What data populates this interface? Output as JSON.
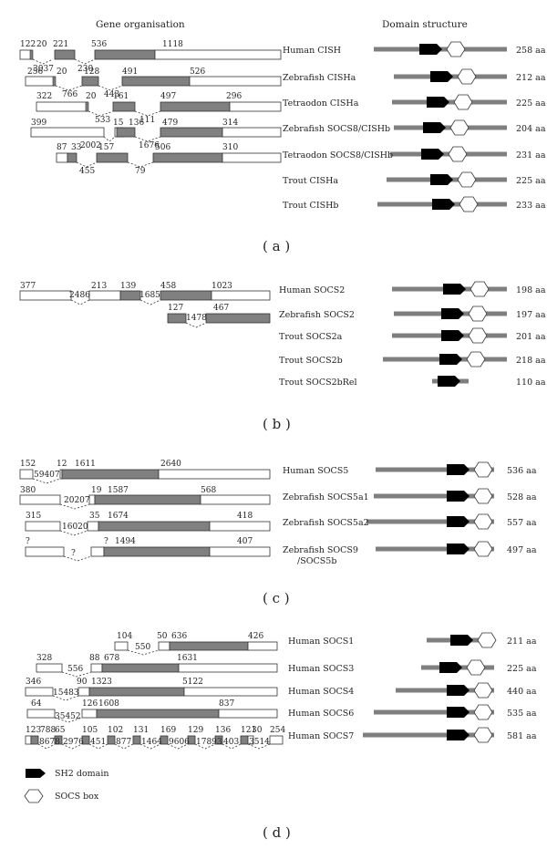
{
  "headers": {
    "gene": "Gene organisation",
    "domain": "Domain structure"
  },
  "legend": {
    "sh2": "SH2 domain",
    "socs": "SOCS box"
  },
  "colors": {
    "exon_coding": "#808080",
    "exon_utr": "#ffffff",
    "bar": "#7f7f7f",
    "sh2": "#000000",
    "stroke": "#333333"
  },
  "panels": [
    {
      "label": "( a )",
      "rows": [
        {
          "name": "Human CISH",
          "aa": "258 aa"
        },
        {
          "name": "Zebrafish CISHa",
          "aa": "212 aa"
        },
        {
          "name": "Tetraodon CISHa",
          "aa": "225 aa"
        },
        {
          "name": "Zebrafish SOCS8/CISHb",
          "aa": "204 aa"
        },
        {
          "name": "Tetraodon SOCS8/CISHb",
          "aa": "231 aa"
        },
        {
          "name": "Trout CISHa",
          "aa": "225 aa"
        },
        {
          "name": "Trout CISHb",
          "aa": "233 aa"
        }
      ]
    },
    {
      "label": "( b )",
      "rows": [
        {
          "name": "Human SOCS2",
          "aa": "198 aa"
        },
        {
          "name": "Zebrafish SOCS2",
          "aa": "197 aa"
        },
        {
          "name": "Trout SOCS2a",
          "aa": "201 aa"
        },
        {
          "name": "Trout SOCS2b",
          "aa": "218 aa"
        },
        {
          "name": "Trout SOCS2bRel",
          "aa": "110 aa"
        }
      ]
    },
    {
      "label": "( c )",
      "rows": [
        {
          "name": "Human SOCS5",
          "aa": "536 aa"
        },
        {
          "name": "Zebrafish SOCS5a1",
          "aa": "528 aa"
        },
        {
          "name": "Zebrafish SOCS5a2",
          "aa": "557 aa"
        },
        {
          "name": "Zebrafish SOCS9",
          "name2": "/SOCS5b",
          "aa": "497 aa"
        }
      ]
    },
    {
      "label": "( d )",
      "rows": [
        {
          "name": "Human SOCS1",
          "aa": "211 aa"
        },
        {
          "name": "Human SOCS3",
          "aa": "225 aa"
        },
        {
          "name": "Human SOCS4",
          "aa": "440 aa"
        },
        {
          "name": "Human SOCS6",
          "aa": "535 aa"
        },
        {
          "name": "Human SOCS7",
          "aa": "581 aa"
        }
      ]
    }
  ],
  "gene_numbers": {
    "human_cish": [
      "122",
      "20",
      "3037",
      "221",
      "230",
      "536",
      "1118"
    ],
    "zf_cisha": [
      "256",
      "20",
      "766",
      "128",
      "443",
      "491",
      "526"
    ],
    "tet_cisha": [
      "322",
      "20",
      "533",
      "161",
      "111",
      "497",
      "296"
    ],
    "zf_socs8": [
      "399",
      "2002",
      "15",
      "136",
      "1676",
      "479",
      "314"
    ],
    "tet_socs8": [
      "87",
      "33",
      "455",
      "157",
      "79",
      "506",
      "310"
    ],
    "human_socs2": [
      "377",
      "2486",
      "213",
      "139",
      "1685",
      "458",
      "1023"
    ],
    "zf_socs2": [
      "127",
      "1478",
      "467"
    ],
    "human_socs5": [
      "152",
      "59407",
      "12",
      "1611",
      "2640"
    ],
    "zf_socs5a1": [
      "380",
      "20207",
      "19",
      "1587",
      "568"
    ],
    "zf_socs5a2": [
      "315",
      "16020",
      "35",
      "1674",
      "418"
    ],
    "zf_socs9": [
      "?",
      "?",
      "?",
      "1494",
      "407"
    ],
    "human_socs1": [
      "104",
      "550",
      "50",
      "636",
      "426"
    ],
    "human_socs3": [
      "328",
      "556",
      "88",
      "678",
      "1631"
    ],
    "human_socs4": [
      "346",
      "15483",
      "90",
      "1323",
      "5122"
    ],
    "human_socs6": [
      "64",
      "35452",
      "126",
      "1608",
      "837"
    ],
    "human_socs7": [
      "123",
      "788",
      "8678",
      "65",
      "2976",
      "105",
      "451",
      "102",
      "877",
      "131",
      "1464",
      "169",
      "9606",
      "129",
      "17893",
      "136",
      "403",
      "121",
      "3514",
      "30",
      "254"
    ]
  }
}
